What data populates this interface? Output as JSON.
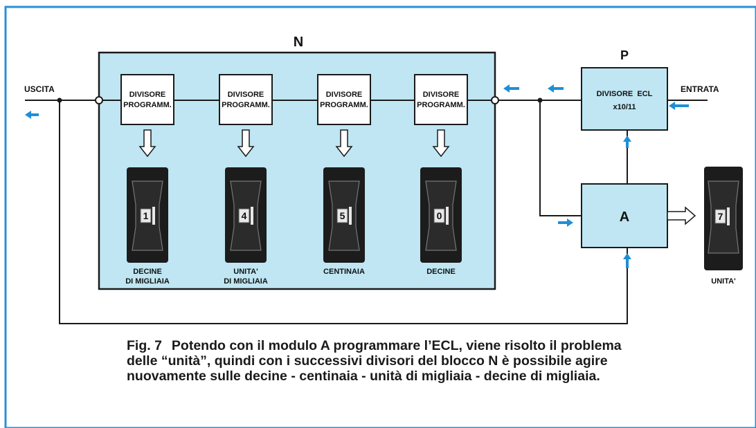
{
  "colors": {
    "frame_border": "#2a8fd4",
    "block_fill": "#bfe6f2",
    "arrow_blue": "#1e8fd6",
    "line": "#1a1a1a",
    "switch_body": "#1c1c1c"
  },
  "diagram": {
    "block_n_label": "N",
    "block_p_label": "P",
    "output_label": "USCITA",
    "input_label": "ENTRATA",
    "ecl_divider": {
      "line1": "DIVISORE  ECL",
      "line2": "x10/11"
    },
    "module_a_label": "A",
    "dividers": [
      {
        "line1": "DIVISORE",
        "line2": "PROGRAMM."
      },
      {
        "line1": "DIVISORE",
        "line2": "PROGRAMM."
      },
      {
        "line1": "DIVISORE",
        "line2": "PROGRAMM."
      },
      {
        "line1": "DIVISORE",
        "line2": "PROGRAMM."
      }
    ],
    "switches": [
      {
        "digit": "1",
        "label_line1": "DECINE",
        "label_line2": "DI MIGLIAIA"
      },
      {
        "digit": "4",
        "label_line1": "UNITA'",
        "label_line2": "DI MIGLIAIA"
      },
      {
        "digit": "5",
        "label_line1": "CENTINAIA",
        "label_line2": ""
      },
      {
        "digit": "0",
        "label_line1": "DECINE",
        "label_line2": ""
      }
    ],
    "unit_switch": {
      "digit": "7",
      "label": "UNITA'"
    }
  },
  "caption": {
    "fig": "Fig. 7",
    "text": "Potendo con il modulo A programmare l’ECL, viene risolto il problema delle “unità”, quindi con i successivi divisori del blocco N è possibile agire nuovamente sulle decine - centinaia - unità di migliaia - decine di migliaia."
  }
}
